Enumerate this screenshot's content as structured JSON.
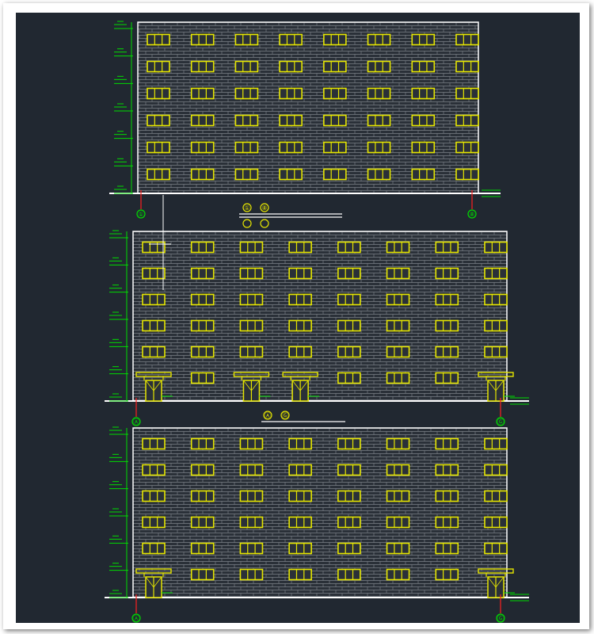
{
  "colors": {
    "background": "#212831",
    "outline": "#ffffff",
    "brick": "#7a7f86",
    "window": "#e6e600",
    "dimension": "#00dd00",
    "axis": "#ff2020"
  },
  "elevations": [
    {
      "name": "elevation-top",
      "window_rows": 6,
      "window_cols": 8,
      "doors": 0,
      "axis_labels": [
        "①",
        "⑧"
      ]
    },
    {
      "name": "elevation-middle",
      "window_rows": 6,
      "window_cols": 8,
      "doors": 4,
      "axis_labels": [
        "Ⓐ",
        "Ⓖ"
      ]
    },
    {
      "name": "elevation-bottom",
      "window_rows": 6,
      "window_cols": 8,
      "doors": 2,
      "axis_labels": [
        "Ⓐ",
        "Ⓖ"
      ]
    }
  ],
  "title_marks": [
    {
      "labels": [
        "①",
        "⑧"
      ]
    },
    {
      "labels": [
        "Ⓐ",
        "Ⓖ"
      ]
    }
  ]
}
